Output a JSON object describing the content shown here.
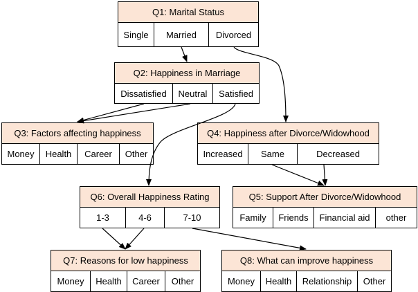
{
  "nodes": {
    "q1": {
      "title": "Q1: Marital Status",
      "options": [
        "Single",
        "Married",
        "Divorced"
      ]
    },
    "q2": {
      "title": "Q2: Happiness in Marriage",
      "options": [
        "Dissatisfied",
        "Neutral",
        "Satisfied"
      ]
    },
    "q3": {
      "title": "Q3: Factors affecting happiness",
      "options": [
        "Money",
        "Health",
        "Career",
        "Other"
      ]
    },
    "q4": {
      "title": "Q4: Happiness after Divorce/Widowhood",
      "options": [
        "Increased",
        "Same",
        "Decreased"
      ]
    },
    "q5": {
      "title": "Q5: Support After Divorce/Widowhood",
      "options": [
        "Family",
        "Friends",
        "Financial aid",
        "other"
      ]
    },
    "q6": {
      "title": "Q6: Overall Happiness Rating",
      "options": [
        "1-3",
        "4-6",
        "7-10"
      ]
    },
    "q7": {
      "title": "Q7: Reasons for low happiness",
      "options": [
        "Money",
        "Health",
        "Career",
        "Other"
      ]
    },
    "q8": {
      "title": "Q8: What can improve happiness",
      "options": [
        "Money",
        "Health",
        "Relationship",
        "Other"
      ]
    }
  },
  "edges": [
    {
      "from": "q1.Married",
      "to": "q2"
    },
    {
      "from": "q1.Divorced",
      "to": "q4"
    },
    {
      "from": "q2.Dissatisfied",
      "to": "q3"
    },
    {
      "from": "q2.Neutral",
      "to": "q3"
    },
    {
      "from": "q2.Satisfied",
      "to": "q6"
    },
    {
      "from": "q4.Same",
      "to": "q5"
    },
    {
      "from": "q4.Decreased",
      "to": "q5"
    },
    {
      "from": "q6.1-3",
      "to": "q7"
    },
    {
      "from": "q6.4-6",
      "to": "q7"
    },
    {
      "from": "q6.7-10",
      "to": "q8"
    }
  ],
  "colors": {
    "title_fill": "#fce5d6",
    "border": "#000000",
    "edge": "#000000"
  }
}
